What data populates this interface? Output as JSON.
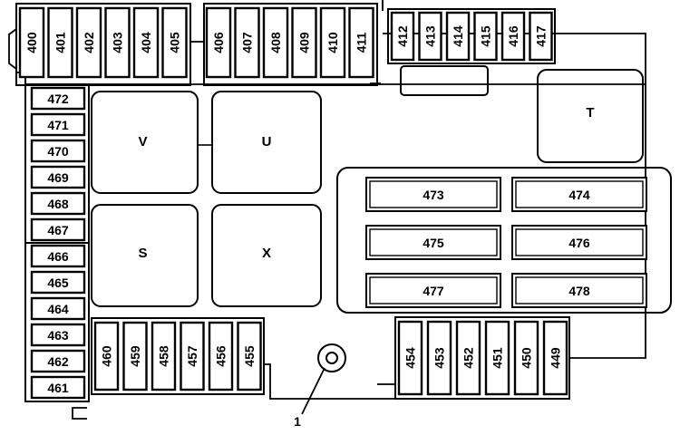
{
  "colors": {
    "ink": "#000000",
    "paper": "#ffffff"
  },
  "fuses": {
    "top_left": [
      "400",
      "401",
      "402",
      "403",
      "404",
      "405"
    ],
    "top_middle": [
      "406",
      "407",
      "408",
      "409",
      "410",
      "411"
    ],
    "top_right": [
      "412",
      "413",
      "414",
      "415",
      "416",
      "417"
    ],
    "left_column": [
      "472",
      "471",
      "470",
      "469",
      "468",
      "467",
      "466",
      "465",
      "464",
      "463",
      "462",
      "461"
    ],
    "bottom_left": [
      "460",
      "459",
      "458",
      "457",
      "456",
      "455"
    ],
    "bottom_right": [
      "454",
      "453",
      "452",
      "451",
      "450",
      "449"
    ],
    "large": [
      "473",
      "474",
      "475",
      "476",
      "477",
      "478"
    ]
  },
  "relays": [
    "V",
    "U",
    "S",
    "X",
    "T"
  ],
  "callout": "1"
}
